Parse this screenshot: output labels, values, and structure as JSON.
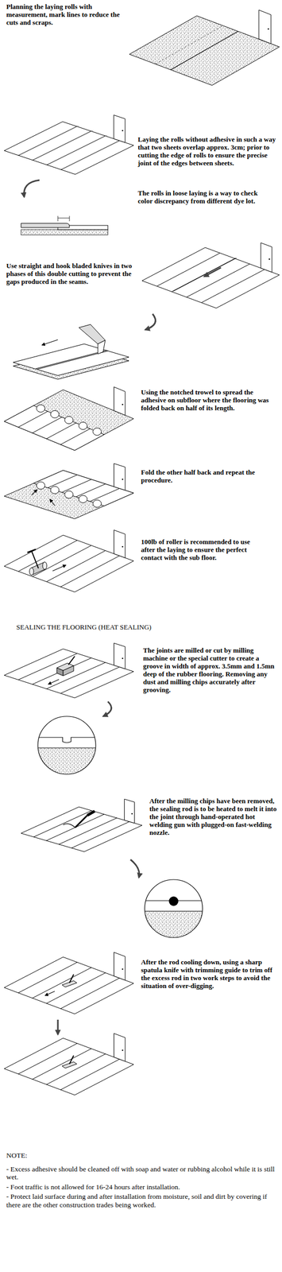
{
  "diagram": {
    "labels": [
      "Planning the laying rolls with measurement, mark lines to reduce the cuts and scraps.",
      "Laying the rolls without adhesive in such a way that two sheets overlap approx. 3cm; prior to cutting the edge of rolls to ensure the precise joint of the edges between sheets.",
      "The rolls in loose laying is a way to check color discrepancy from different dye lot.",
      "Use straight and hook bladed knives in two phases of this double cutting to prevent the gaps produced in the seams.",
      "Using the notched trowel to spread the adhesive on subfloor where the flooring was folded back on half of its length.",
      "Fold the other half back and repeat the procedure.",
      "100lb of roller is recommended to use after the laying to ensure the perfect contact with the sub floor.",
      "SEALING THE FLOORING (HEAT SEALING)",
      "The joints are milled or cut by milling machine or the special cutter to create a groove in width of approx. 3.5mm and 1.5mn deep of the rubber flooring. Removing any dust and milling chips accurately after grooving.",
      "After the milling chips have been removed, the sealing rod is to be heated to melt it into the joint through hand-operated hot welding gun with plugged-on fast-welding nozzle.",
      "After the rod cooling down, using a sharp spatula knife with trimming guide to trim off the excess rod in two work steps to avoid the situation of over-digging.",
      "NOTE:",
      "- Excess adhesive should be cleaned off with soap and water or rubbing alcohol while it is still wet.",
      "- Foot traffic is not allowed for 16-24 hours after installation.",
      "- Protect laid surface during and after installation from moisture, soil and dirt by covering if there are the other construction trades being worked."
    ]
  }
}
